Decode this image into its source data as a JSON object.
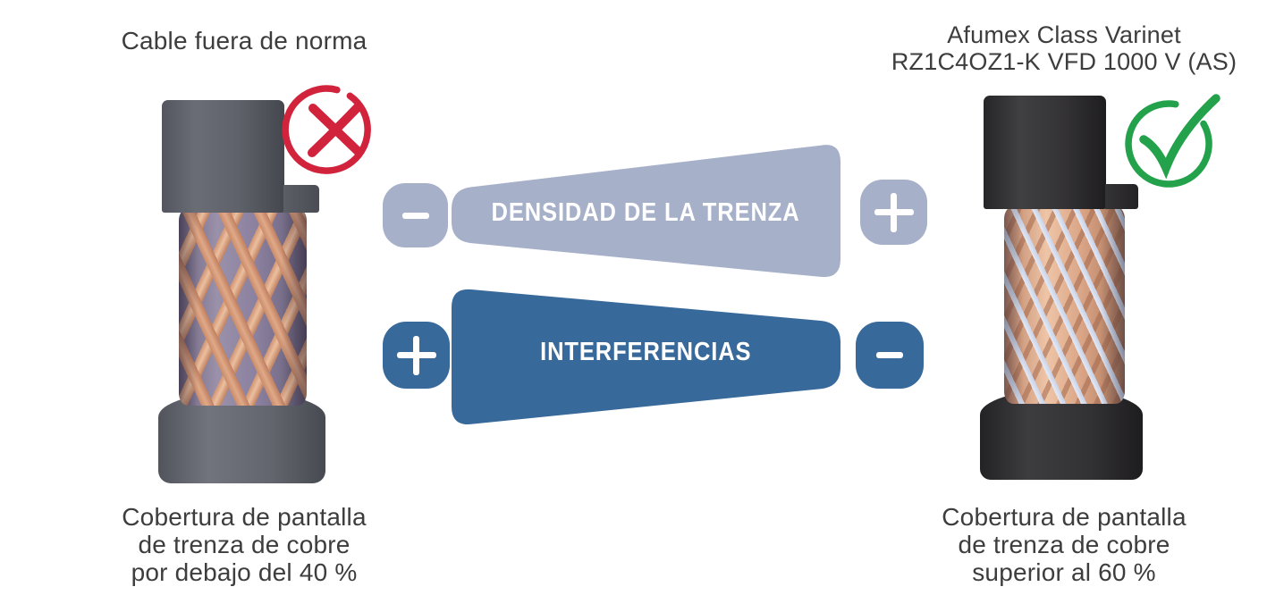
{
  "page": {
    "background": "#ffffff",
    "text_color": "#3d3d3d"
  },
  "left_cable": {
    "title": "Cable fuera de norma",
    "status": "rejected",
    "status_icon": "cross-circle-icon",
    "status_color": "#d2233c",
    "caption_lines": [
      "Cobertura de pantalla",
      "de trenza de cobre",
      "por debajo del 40 %"
    ]
  },
  "right_cable": {
    "title_lines": [
      "Afumex Class Varinet",
      "RZ1C4OZ1-K VFD 1000 V (AS)"
    ],
    "status": "approved",
    "status_icon": "check-circle-icon",
    "status_color": "#23a24b",
    "caption_lines": [
      "Cobertura de pantalla",
      "de trenza de cobre",
      "superior al 60 %"
    ]
  },
  "scales": [
    {
      "label": "DENSIDAD DE LA TRENZA",
      "left_icon": "minus-icon",
      "right_icon": "plus-icon",
      "color": "#a6b0c8",
      "direction": "increases-to-right"
    },
    {
      "label": "INTERFERENCIAS",
      "left_icon": "plus-icon",
      "right_icon": "minus-icon",
      "color": "#38699b",
      "direction": "decreases-to-right"
    }
  ]
}
